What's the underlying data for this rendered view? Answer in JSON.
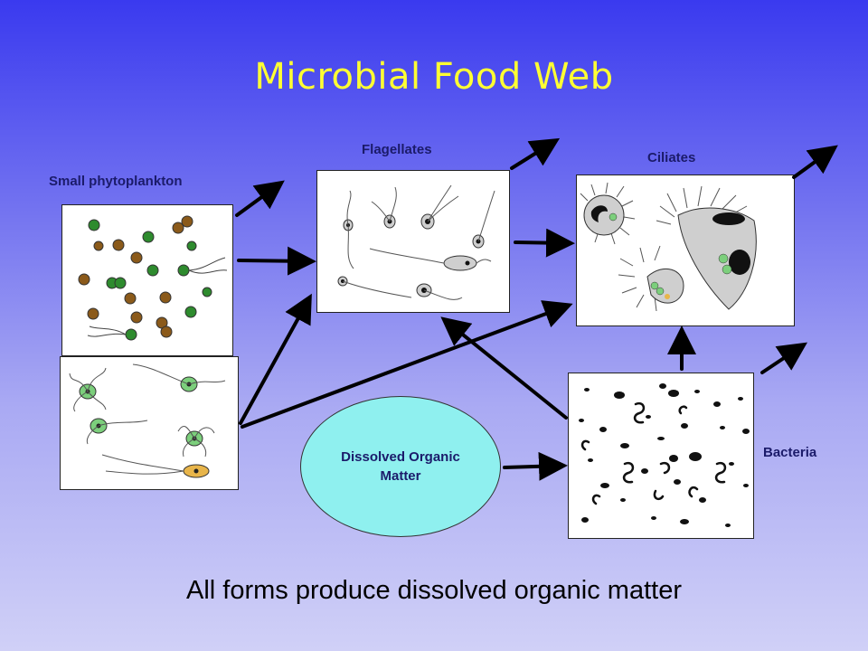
{
  "title": "Microbial Food Web",
  "labels": {
    "small_phytoplankton": "Small phytoplankton",
    "flagellates": "Flagellates",
    "ciliates": "Ciliates",
    "bacteria": "Bacteria",
    "dissolved_organic_matter": "Dissolved Organic Matter"
  },
  "caption": "All forms produce dissolved organic matter",
  "colors": {
    "title": "#ffff33",
    "label": "#1b1b6a",
    "dom_fill": "#8ff0ef",
    "arrow": "#000000"
  }
}
